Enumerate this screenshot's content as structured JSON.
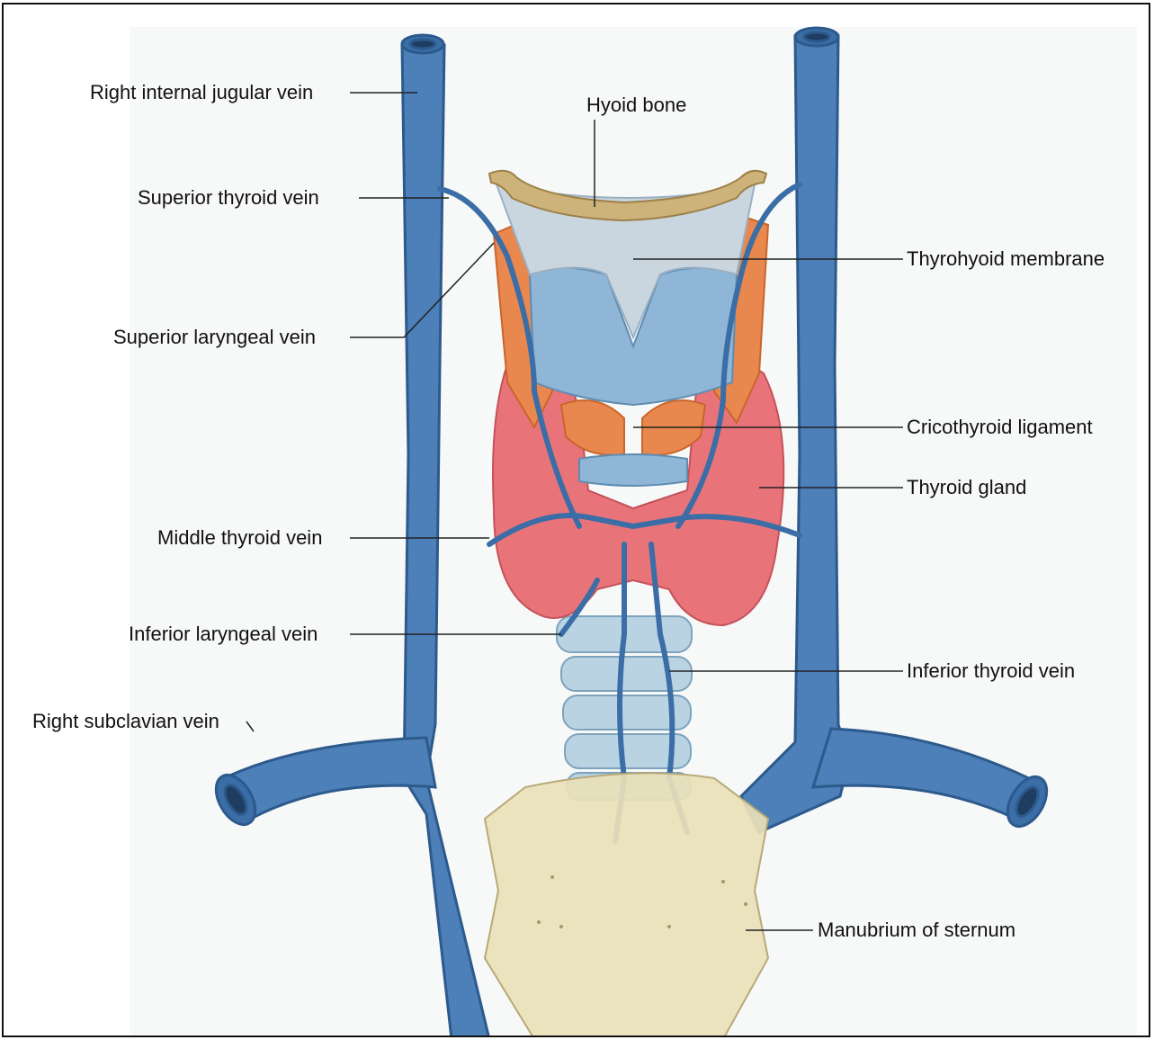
{
  "labels": {
    "right_internal_jugular_vein": "Right internal jugular vein",
    "hyoid_bone": "Hyoid bone",
    "superior_thyroid_vein": "Superior thyroid vein",
    "thyrohyoid_membrane": "Thyrohyoid membrane",
    "superior_laryngeal_vein": "Superior laryngeal vein",
    "cricothyroid_ligament": "Cricothyroid ligament",
    "thyroid_gland": "Thyroid gland",
    "middle_thyroid_vein": "Middle thyroid vein",
    "inferior_laryngeal_vein": "Inferior laryngeal vein",
    "inferior_thyroid_vein": "Inferior thyroid vein",
    "right_subclavian_vein": "Right subclavian vein",
    "manubrium_of_sternum": "Manubrium of sternum"
  },
  "colors": {
    "vein": "#4d7fb8",
    "vein_dark": "#2c5a8c",
    "thyroid": "#e8747a",
    "cartilage": "#8fb6d6",
    "muscle": "#e8884e",
    "bone": "#e9dfb8",
    "hyoid": "#cdb27a",
    "membrane": "#c9d6e0"
  }
}
